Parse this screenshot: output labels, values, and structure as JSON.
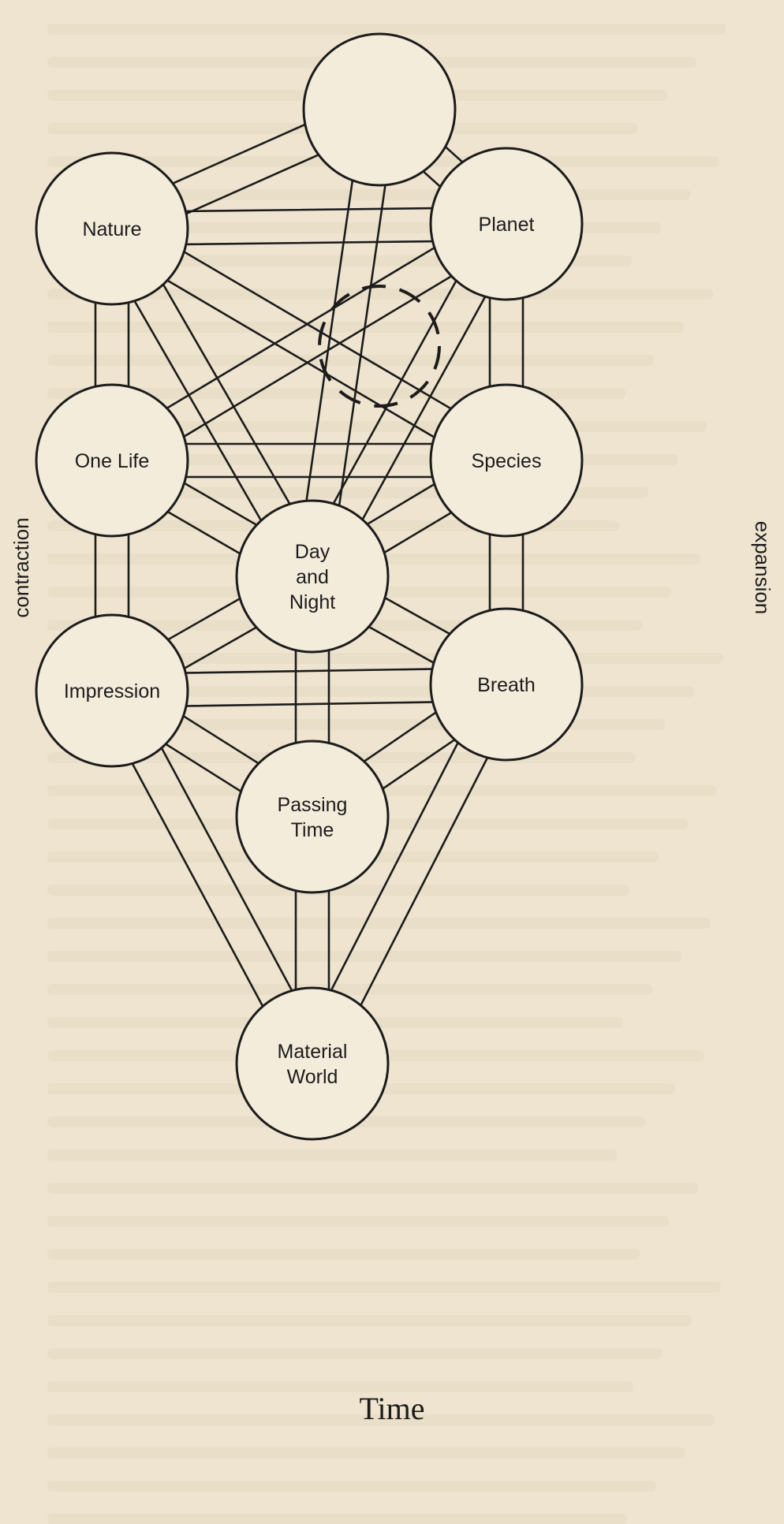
{
  "diagram": {
    "nodes": [
      {
        "id": "crown",
        "label": ""
      },
      {
        "id": "nature",
        "label": "Nature"
      },
      {
        "id": "planet",
        "label": "Planet"
      },
      {
        "id": "one-life",
        "label": "One Life"
      },
      {
        "id": "species",
        "label": "Species"
      },
      {
        "id": "day-and-night",
        "label": "Day\nand\nNight"
      },
      {
        "id": "impression",
        "label": "Impression"
      },
      {
        "id": "breath",
        "label": "Breath"
      },
      {
        "id": "passing-time",
        "label": "Passing\nTime"
      },
      {
        "id": "material-world",
        "label": "Material\nWorld"
      }
    ],
    "hidden_node": {
      "id": "abyss",
      "label": ""
    },
    "paths": [
      [
        "crown",
        "nature"
      ],
      [
        "crown",
        "planet"
      ],
      [
        "crown",
        "day-and-night"
      ],
      [
        "nature",
        "planet"
      ],
      [
        "nature",
        "one-life"
      ],
      [
        "nature",
        "day-and-night"
      ],
      [
        "nature",
        "species"
      ],
      [
        "planet",
        "species"
      ],
      [
        "planet",
        "day-and-night"
      ],
      [
        "planet",
        "one-life"
      ],
      [
        "one-life",
        "species"
      ],
      [
        "one-life",
        "day-and-night"
      ],
      [
        "one-life",
        "impression"
      ],
      [
        "species",
        "day-and-night"
      ],
      [
        "species",
        "breath"
      ],
      [
        "day-and-night",
        "impression"
      ],
      [
        "day-and-night",
        "breath"
      ],
      [
        "day-and-night",
        "passing-time"
      ],
      [
        "impression",
        "breath"
      ],
      [
        "impression",
        "passing-time"
      ],
      [
        "impression",
        "material-world"
      ],
      [
        "breath",
        "passing-time"
      ],
      [
        "breath",
        "material-world"
      ],
      [
        "passing-time",
        "material-world"
      ]
    ],
    "left_label": "contraction",
    "right_label": "expansion",
    "caption": "Time"
  }
}
